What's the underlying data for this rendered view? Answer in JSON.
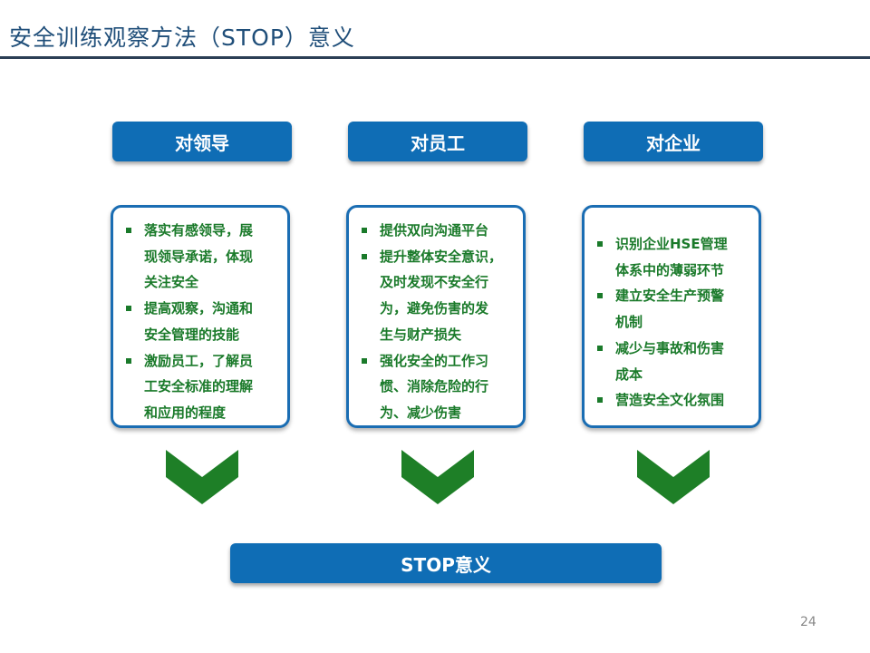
{
  "title": "安全训练观察方法（STOP）意义",
  "columns": [
    {
      "header": "对领导",
      "items": [
        {
          "lines": [
            "落实有感领导，展",
            "现领导承诺，体现",
            "关注安全"
          ]
        },
        {
          "lines": [
            "提高观察，沟通和",
            "安全管理的技能"
          ]
        },
        {
          "lines": [
            "激励员工，了解员",
            "工安全标准的理解",
            "和应用的程度"
          ]
        }
      ]
    },
    {
      "header": "对员工",
      "items": [
        {
          "lines": [
            "提供双向沟通平台"
          ]
        },
        {
          "lines": [
            "提升整体安全意识，",
            "及时发现不安全行",
            "为，避免伤害的发",
            "生与财产损失"
          ]
        },
        {
          "lines": [
            "强化安全的工作习",
            "惯、消除危险的行",
            "为、减少伤害"
          ]
        }
      ]
    },
    {
      "header": "对企业",
      "items": [
        {
          "lines": [
            "识别企业HSE管理",
            "体系中的薄弱环节"
          ]
        },
        {
          "lines": [
            "建立安全生产预警",
            "机制"
          ]
        },
        {
          "lines": [
            "减少与事故和伤害",
            "成本"
          ]
        },
        {
          "lines": [
            "营造安全文化氛围"
          ]
        }
      ]
    }
  ],
  "footer": "STOP意义",
  "page_number": "24",
  "colors": {
    "header_fill": "#0f6db5",
    "box_border": "#1a6db3",
    "text_green": "#1a7a2a",
    "chevron_green": "#1e7f27",
    "title_color": "#1f4e79"
  },
  "icons": {
    "bullet": "square-bullet",
    "arrow": "chevron-down"
  }
}
